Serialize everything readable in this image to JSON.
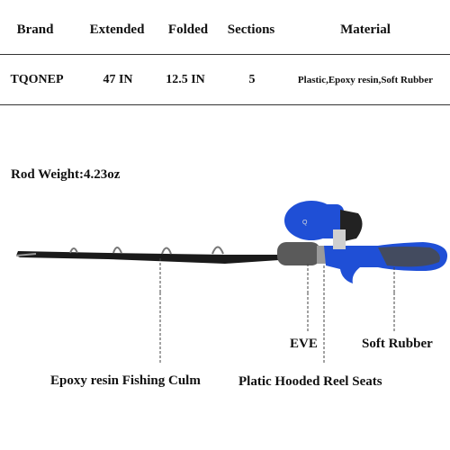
{
  "table": {
    "headers": [
      "Brand",
      "Extended",
      "Folded",
      "Sections",
      "Material"
    ],
    "row": [
      "TQONEP",
      "47 IN",
      "12.5 IN",
      "5",
      "Plastic,Epoxy resin,Soft Rubber"
    ]
  },
  "weight": "Rod Weight:4.23oz",
  "labels": {
    "eve": "EVE",
    "soft_rubber": "Soft Rubber",
    "culm": "Epoxy resin Fishing Culm",
    "reel_seats": "Platic Hooded Reel Seats"
  },
  "colors": {
    "reel_blue": "#1f4fd6",
    "grip_gray": "#5a5a5a",
    "rod_black": "#1a1a1a"
  }
}
